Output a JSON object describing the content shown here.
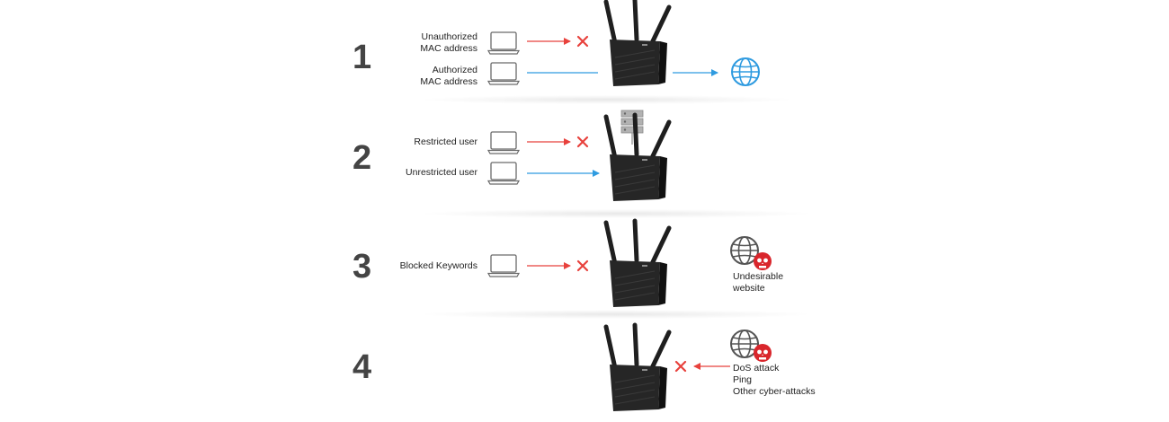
{
  "colors": {
    "block": "#e8413c",
    "allow": "#2f9be0",
    "number": "#444444",
    "device": "#6a6a6a",
    "router": "#1f1f1f"
  },
  "icons": {
    "laptop": "laptop-icon",
    "router": "router-icon",
    "globe": "globe-icon",
    "server": "server-stack-icon",
    "skull": "skull-icon",
    "block": "x-mark-icon"
  },
  "sections": [
    {
      "number": "1",
      "labels": [
        [
          "Unauthorized",
          "MAC address"
        ],
        [
          "Authorized",
          "MAC address"
        ]
      ]
    },
    {
      "number": "2",
      "labels": [
        [
          "Restricted user"
        ],
        [
          "Unrestricted user"
        ]
      ]
    },
    {
      "number": "3",
      "labels": [
        [
          "Blocked Keywords"
        ]
      ],
      "site_label": [
        "Undesirable",
        "website"
      ]
    },
    {
      "number": "4",
      "attack_labels": [
        "DoS attack",
        "Ping",
        "Other cyber-attacks"
      ]
    }
  ]
}
